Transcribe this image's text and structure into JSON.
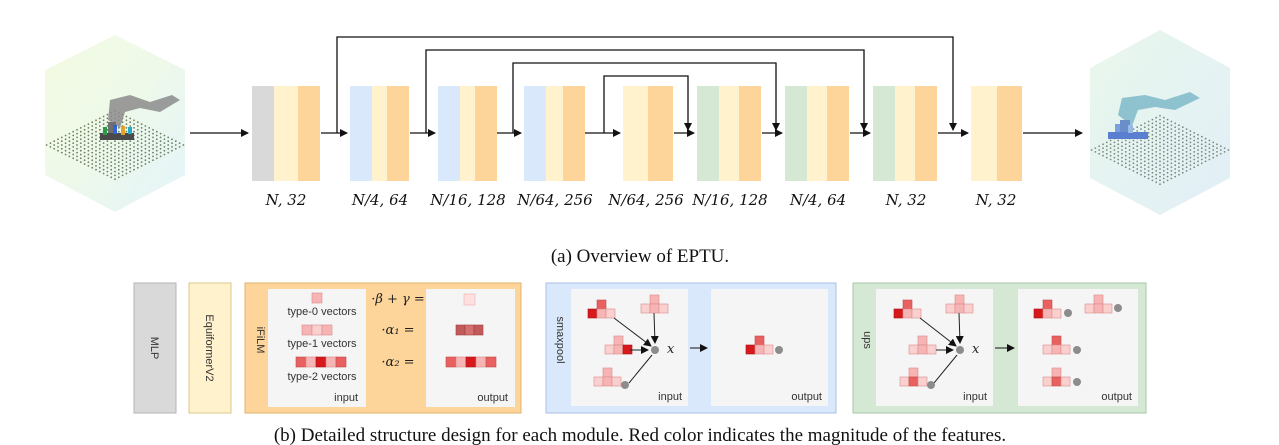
{
  "top_captions": [
    "N, 32",
    "N/4, 64",
    "N/16, 128",
    "N/64, 256",
    "N/64, 256",
    "N/16, 128",
    "N/4, 64",
    "N, 32",
    "N, 32"
  ],
  "caption_a": "(a) Overview of EPTU.",
  "caption_b": "(b) Detailed structure design for each module. Red color indicates the magnitude of the features.",
  "modules": {
    "mlp": "MLP",
    "equiformer": "EquiformerV2",
    "ifilm": {
      "title": "iFiLM",
      "type0": "type-0 vectors",
      "type1": "type-1 vectors",
      "type2": "type-2 vectors",
      "op_beta": "·β + γ =",
      "op_a1": "·α₁ =",
      "op_a2": "·α₂ =",
      "input": "input",
      "output": "output"
    },
    "maxpool": {
      "title": "smaxpool",
      "x": "x",
      "input": "input",
      "output": "output"
    },
    "ups": {
      "title": "ups",
      "x": "x",
      "input": "input",
      "output": "output"
    }
  },
  "colors": {
    "gray": "#d9d9d9",
    "blue": "#dae8fc",
    "green": "#d5e8d4",
    "cream": "#fff2cc",
    "orange": "#fdd49a",
    "orange_dark": "#f7c77f",
    "red_dark": "#d7191c",
    "red_mid": "#e8605f",
    "red_light": "#f6b5b4",
    "red_pale": "#fde0df"
  }
}
